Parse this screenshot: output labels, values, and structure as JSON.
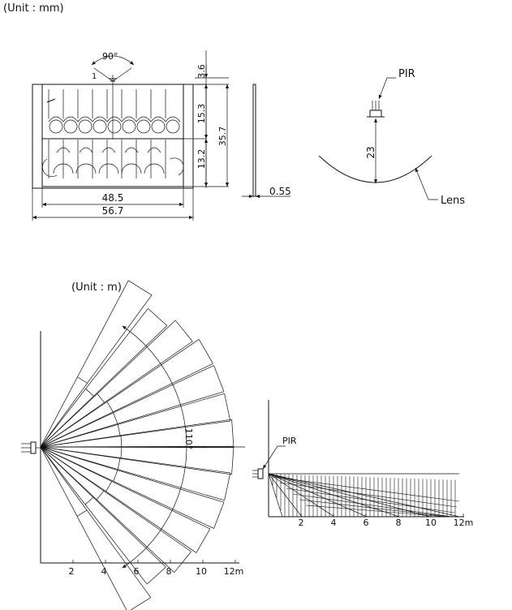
{
  "units": {
    "top": "(Unit : mm)",
    "bottom": "(Unit : m)"
  },
  "lens_drawing": {
    "angle": "90°",
    "pointer_label": "1",
    "dims": {
      "top_gap": "3.6",
      "upper_row": "15.3",
      "lower_row": "13.2",
      "total_height": "35.7",
      "inner_width": "48.5",
      "outer_width": "56.7",
      "thickness": "0.55"
    }
  },
  "pir_drawing": {
    "pir_label": "PIR",
    "distance": "23",
    "lens_label": "Lens"
  },
  "coverage": {
    "angle_label": "110°",
    "x_ticks": [
      "2",
      "4",
      "6",
      "8",
      "10",
      "12m"
    ]
  },
  "side_view": {
    "pir_label": "PIR",
    "x_ticks": [
      "2",
      "4",
      "6",
      "8",
      "10",
      "12m"
    ]
  }
}
